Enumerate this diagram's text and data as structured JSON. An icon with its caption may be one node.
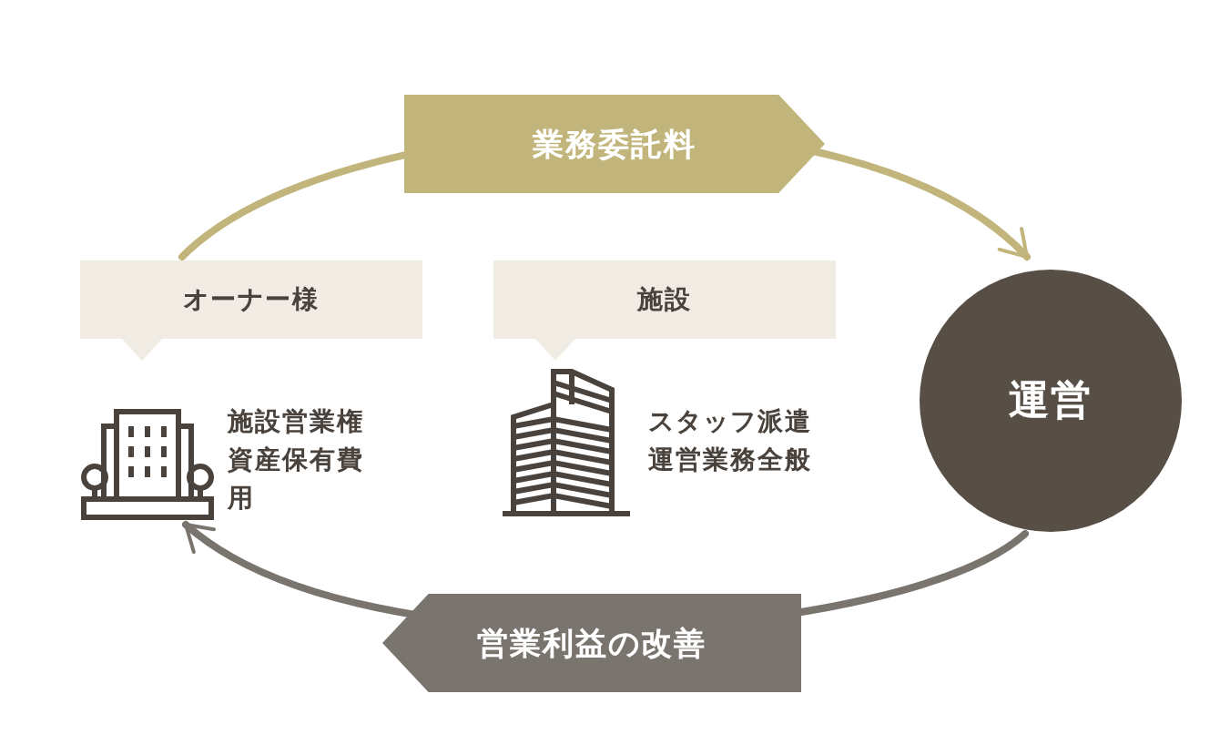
{
  "diagram": {
    "nodes": [
      {
        "text": [
          "オーナー様"
        ]
      },
      {
        "text": [],
        "shape": "building",
        "beside": [
          "施設営業権資産保有費用"
        ]
      },
      {
        "text": [
          "施設"
        ]
      },
      {
        "text": [],
        "shape": "building",
        "beside": [
          "スタッフ派遣運営業務全般"
        ]
      },
      {
        "text": [
          "運営"
        ]
      }
    ],
    "edges": [
      {
        "from": 0,
        "to": 4,
        "arrow": "to",
        "label": "業務委託料",
        "color": "#c1b57b"
      },
      {
        "from": 4,
        "to": 1,
        "arrow": "to",
        "label": "営業利益の改善",
        "color": "#7a746e"
      }
    ]
  }
}
